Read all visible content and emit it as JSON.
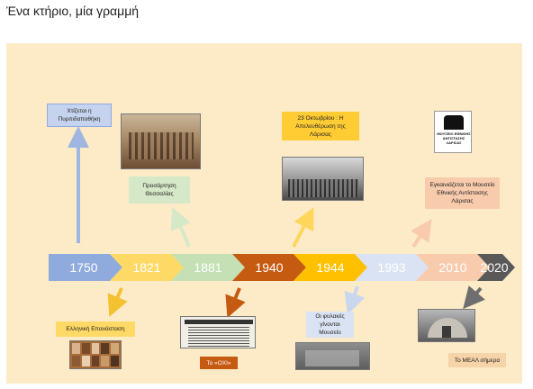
{
  "page": {
    "title": "Ένα κτήριο, μία γραμμή"
  },
  "timeline": {
    "years": [
      {
        "label": "1750",
        "color": "#8faadc"
      },
      {
        "label": "1821",
        "color": "#ffd966"
      },
      {
        "label": "1881",
        "color": "#c5e0b4"
      },
      {
        "label": "1940",
        "color": "#c55a11"
      },
      {
        "label": "1944",
        "color": "#ffc000"
      },
      {
        "label": "1993",
        "color": "#dae3f3"
      },
      {
        "label": "2010",
        "color": "#f8cbad"
      },
      {
        "label": "2020",
        "color": "#595959"
      }
    ]
  },
  "events": {
    "e1750": {
      "text": "Χτίζεται η Πυριτιδαποθήκη",
      "color": "#c5d3ee"
    },
    "e1821": {
      "text": "Ελληνική Επανάσταση",
      "color": "#ffd966"
    },
    "e1881": {
      "text": "Προσάρτηση Θεσσαλίας",
      "color": "#d5e8c7"
    },
    "e1940": {
      "text": "Το «ΟΧΙ»",
      "color": "#c55a11"
    },
    "e1944": {
      "text": "23 Οκτωβρίου : Η Απελευθέρωση της Λάρισας",
      "color": "#ffcc33"
    },
    "e1993": {
      "text": "Οι φυλακές γίνονται Μουσείο",
      "color": "#dae3f3"
    },
    "e2010": {
      "text": "Εγκαινιάζεται το Μουσείο Εθνικής Αντίστασης Λάρισας",
      "color": "#f8cbad"
    },
    "e2020": {
      "text": "Το ΜΕΑΛ σήμερα",
      "color": "#f6d3a9"
    }
  },
  "logo": {
    "text": "ΜΟΥΣΕΙΟ ΕΘΝΙΚΗΣ ΑΝΤΙΣΤΑΣΗΣ ΛΑΡΙΣΑΣ"
  }
}
